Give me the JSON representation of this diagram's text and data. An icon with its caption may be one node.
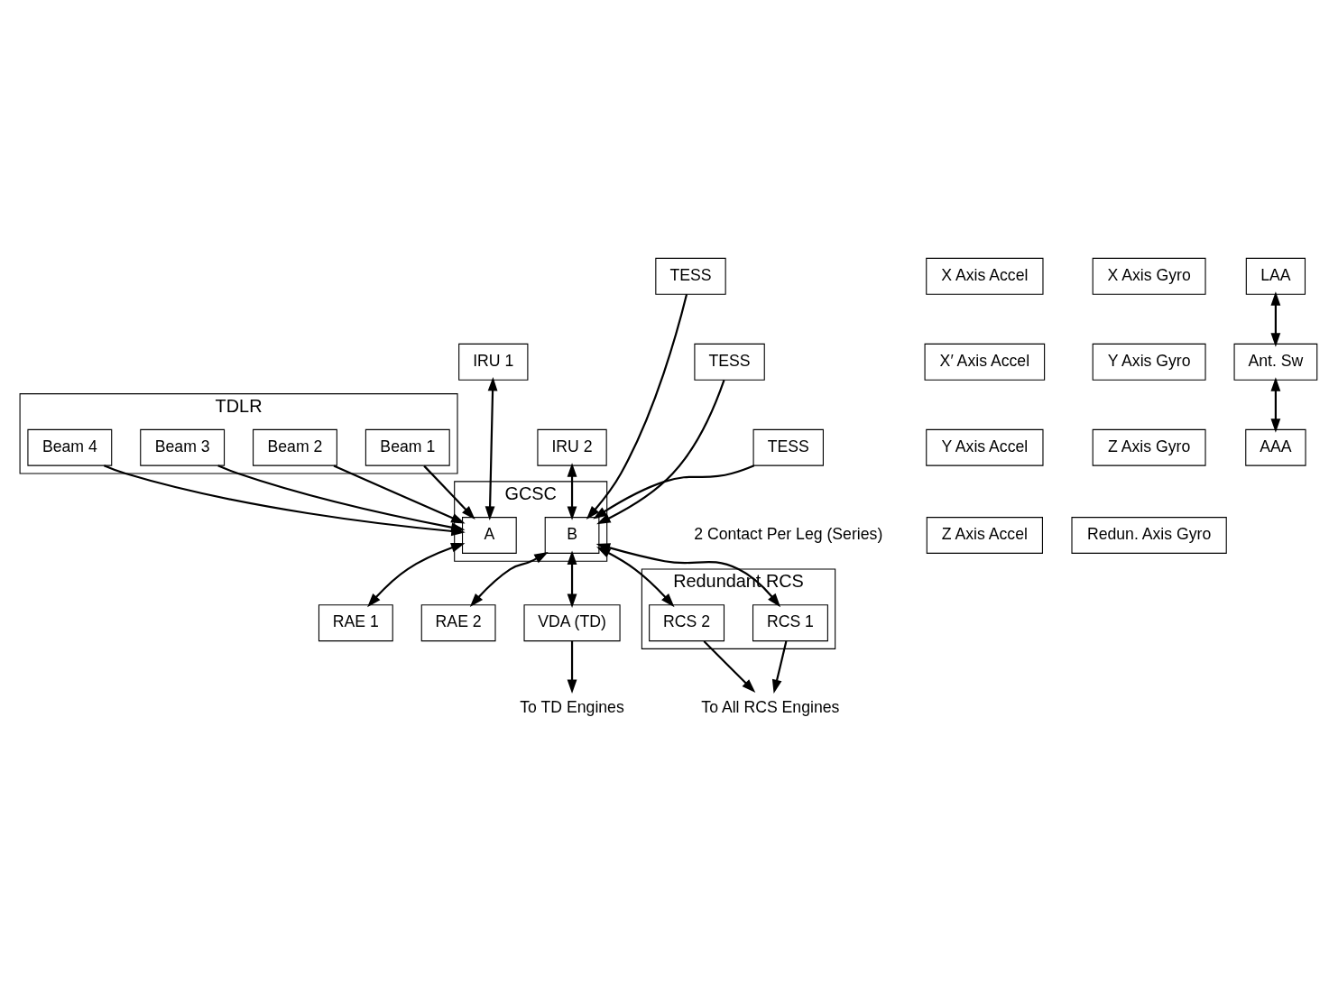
{
  "diagram": {
    "nodes": [
      {
        "text": [
          "TDLR"
        ]
      },
      {
        "text": [
          "Beam 1"
        ],
        "in": 0
      },
      {
        "text": [
          "Beam 2"
        ],
        "in": 0
      },
      {
        "text": [
          "Beam 3"
        ],
        "in": 0
      },
      {
        "text": [
          "Beam 4"
        ],
        "in": 0
      },
      {
        "text": [
          "X Axis Accel"
        ]
      },
      {
        "text": [
          "X Axis Gyro"
        ]
      },
      {
        "text": [
          "X′ Axis Accel"
        ]
      },
      {
        "text": [
          "Y Axis Gyro"
        ]
      },
      {
        "text": [
          "IRU 1"
        ]
      },
      {
        "text": [
          "Y Axis Accel"
        ]
      },
      {
        "text": [
          "Z Axis Gyro"
        ]
      },
      {
        "text": [
          "IRU 2"
        ]
      },
      {
        "text": [
          "Z Axis Accel"
        ]
      },
      {
        "text": [
          "Redun. Axis Gyro"
        ]
      },
      {
        "text": [
          "LAA"
        ]
      },
      {
        "text": [
          "GCSC"
        ]
      },
      {
        "text": [
          "A"
        ],
        "in": 16
      },
      {
        "text": [
          "B"
        ],
        "in": 16
      },
      {
        "text": [
          "RAE 1"
        ]
      },
      {
        "text": [
          "Ant. Sw"
        ]
      },
      {
        "text": [
          "RAE 2"
        ]
      },
      {
        "text": [
          "VDA (TD)"
        ]
      },
      {
        "text": [
          "Redundant RCS"
        ]
      },
      {
        "text": [
          "RCS 1"
        ],
        "in": 23
      },
      {
        "text": [
          "RCS 2"
        ],
        "in": 23
      },
      {
        "text": [
          "AAA"
        ]
      },
      {
        "text": [
          "TESS"
        ]
      },
      {
        "text": [
          "TESS"
        ]
      },
      {
        "text": [
          "TESS"
        ]
      },
      {
        "text": [
          "To TD Engines"
        ]
      },
      {
        "text": [
          "To All RCS Engines"
        ]
      }
    ],
    "edges": [
      {
        "from": 1,
        "to": 17,
        "arrow": "to"
      },
      {
        "from": 2,
        "to": 17,
        "arrow": "to"
      },
      {
        "from": 3,
        "to": 17,
        "arrow": "to"
      },
      {
        "from": 4,
        "to": 17,
        "arrow": "to"
      },
      {
        "from": 9,
        "to": 17,
        "arrow": "both"
      },
      {
        "from": 12,
        "to": 18,
        "arrow": "both"
      },
      {
        "from": 17,
        "to": 19,
        "arrow": "both"
      },
      {
        "from": 18,
        "to": 21,
        "arrow": "both"
      },
      {
        "from": 15,
        "to": 20,
        "arrow": "both"
      },
      {
        "from": 20,
        "to": 26,
        "arrow": "both"
      },
      {
        "from": 18,
        "to": 22,
        "arrow": "both"
      },
      {
        "from": 18,
        "to": 24,
        "arrow": "both"
      },
      {
        "from": 18,
        "to": 25,
        "arrow": "both"
      },
      {
        "from": 27,
        "to": 18,
        "arrow": "to"
      },
      {
        "from": 28,
        "to": 18,
        "arrow": "to"
      },
      {
        "from": 29,
        "to": 18,
        "arrow": "to"
      },
      {
        "from": 22,
        "to": 30,
        "arrow": "to"
      },
      {
        "from": 24,
        "to": 31,
        "arrow": "to"
      },
      {
        "from": 25,
        "to": 31,
        "arrow": "to"
      }
    ],
    "labels": [
      "2 Contact Per Leg (Series)"
    ]
  }
}
